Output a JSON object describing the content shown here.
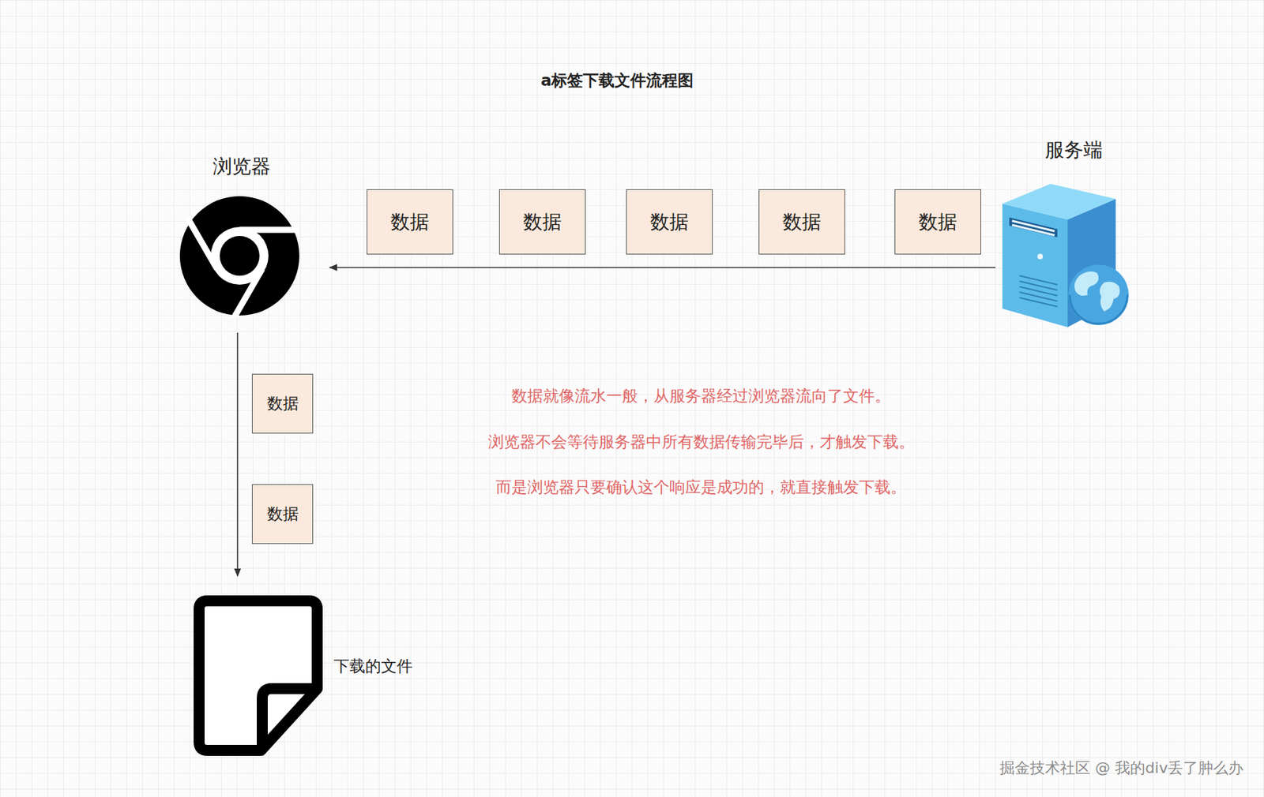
{
  "diagram": {
    "title": "a标签下载文件流程图",
    "nodes": [
      {
        "text": [
          "浏览器"
        ]
      },
      {
        "text": [
          "服务端"
        ]
      },
      {
        "text": [
          "数据"
        ]
      },
      {
        "text": [
          "数据"
        ]
      },
      {
        "text": [
          "数据"
        ]
      },
      {
        "text": [
          "数据"
        ]
      },
      {
        "text": [
          "数据"
        ]
      },
      {
        "text": [
          "数据"
        ]
      },
      {
        "text": [
          "数据"
        ]
      },
      {
        "text": [
          "下载的文件"
        ]
      }
    ],
    "edges": [
      {
        "from": 1,
        "to": 0,
        "arrow": "to"
      },
      {
        "from": 0,
        "to": 9,
        "arrow": "to"
      }
    ],
    "labels": [
      "数据就像流水一般，从服务器经过浏览器流向了文件。",
      "浏览器不会等待服务器中所有数据传输完毕后，才触发下载。",
      "而是浏览器只要确认这个响应是成功的，就直接触发下载。",
      "掘金技术社区 @ 我的div丢了肿么办"
    ]
  }
}
